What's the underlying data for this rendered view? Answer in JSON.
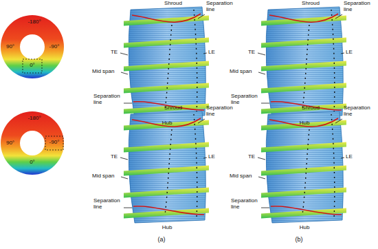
{
  "diagram": {
    "labels": [
      "-180°",
      "90°",
      "-90°",
      "0°",
      "-180°",
      "90°",
      "-90°",
      "0°",
      "Shroud",
      "Separation line",
      "TE",
      "LE",
      "Mid span",
      "Separation line",
      "Hub",
      "Shroud",
      "Separation line",
      "TE",
      "LE",
      "Mid span",
      "Separation line",
      "Hub",
      "Shroud",
      "Separation line",
      "TE",
      "LE",
      "Mid span",
      "Separation line",
      "Hub",
      "Shroud",
      "Separation line",
      "TE",
      "LE",
      "Mid span",
      "Separation line",
      "Hub",
      "(a)",
      "(b)"
    ]
  }
}
